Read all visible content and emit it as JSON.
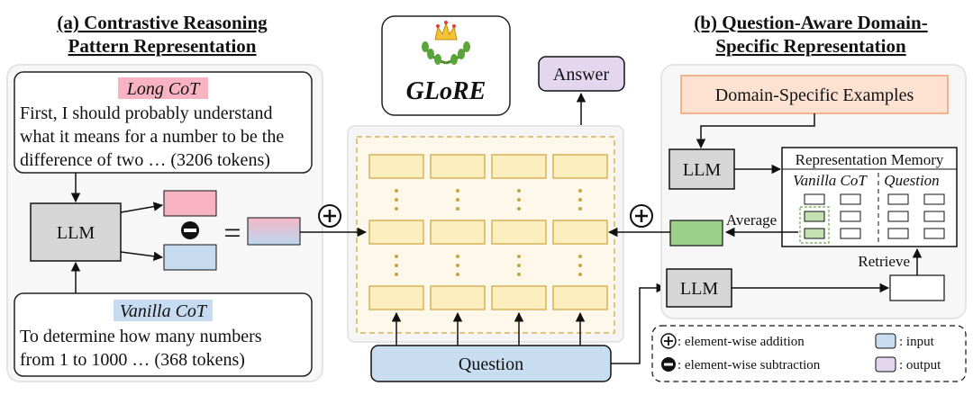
{
  "section_a": {
    "title_line1": "(a) Contrastive Reasoning",
    "title_line2": "Pattern Representation",
    "long_cot_label": "Long CoT",
    "long_cot_text": [
      "First, I should probably understand",
      "what it means for a number to be the",
      "difference of two … (3206 tokens)"
    ],
    "llm_label": "LLM",
    "vanilla_cot_label": "Vanilla CoT",
    "vanilla_cot_text": [
      "To determine how many numbers",
      "from 1 to 1000 … (368 tokens)"
    ],
    "equals": "="
  },
  "center": {
    "logo_text": "GLoRE",
    "answer_label": "Answer",
    "question_label": "Question",
    "dots": "⋮"
  },
  "section_b": {
    "title_line1": "(b) Question-Aware Domain-",
    "title_line2": "Specific Representation",
    "examples_label": "Domain-Specific Examples",
    "llm_label": "LLM",
    "memory_title": "Representation Memory",
    "memory_col1": "Vanilla CoT",
    "memory_col2": "Question",
    "average_label": "Average",
    "retrieve_label": "Retrieve"
  },
  "legend": {
    "addition": ": element-wise addition",
    "subtraction": ": element-wise subtraction",
    "input": ": input",
    "output": ": output"
  },
  "colors": {
    "long_cot_bg": "#f7b3c2",
    "vanilla_cot_bg": "#c6dbf0",
    "layer_fill": "#fdeec0",
    "layer_border": "#dcbb55",
    "answer_fill": "#e4d6ee",
    "question_fill": "#c9ddf1",
    "examples_fill": "#fde2d2",
    "examples_border": "#f0a070",
    "llm_fill": "#d6d6d6",
    "average_fill": "#9cd08a"
  }
}
